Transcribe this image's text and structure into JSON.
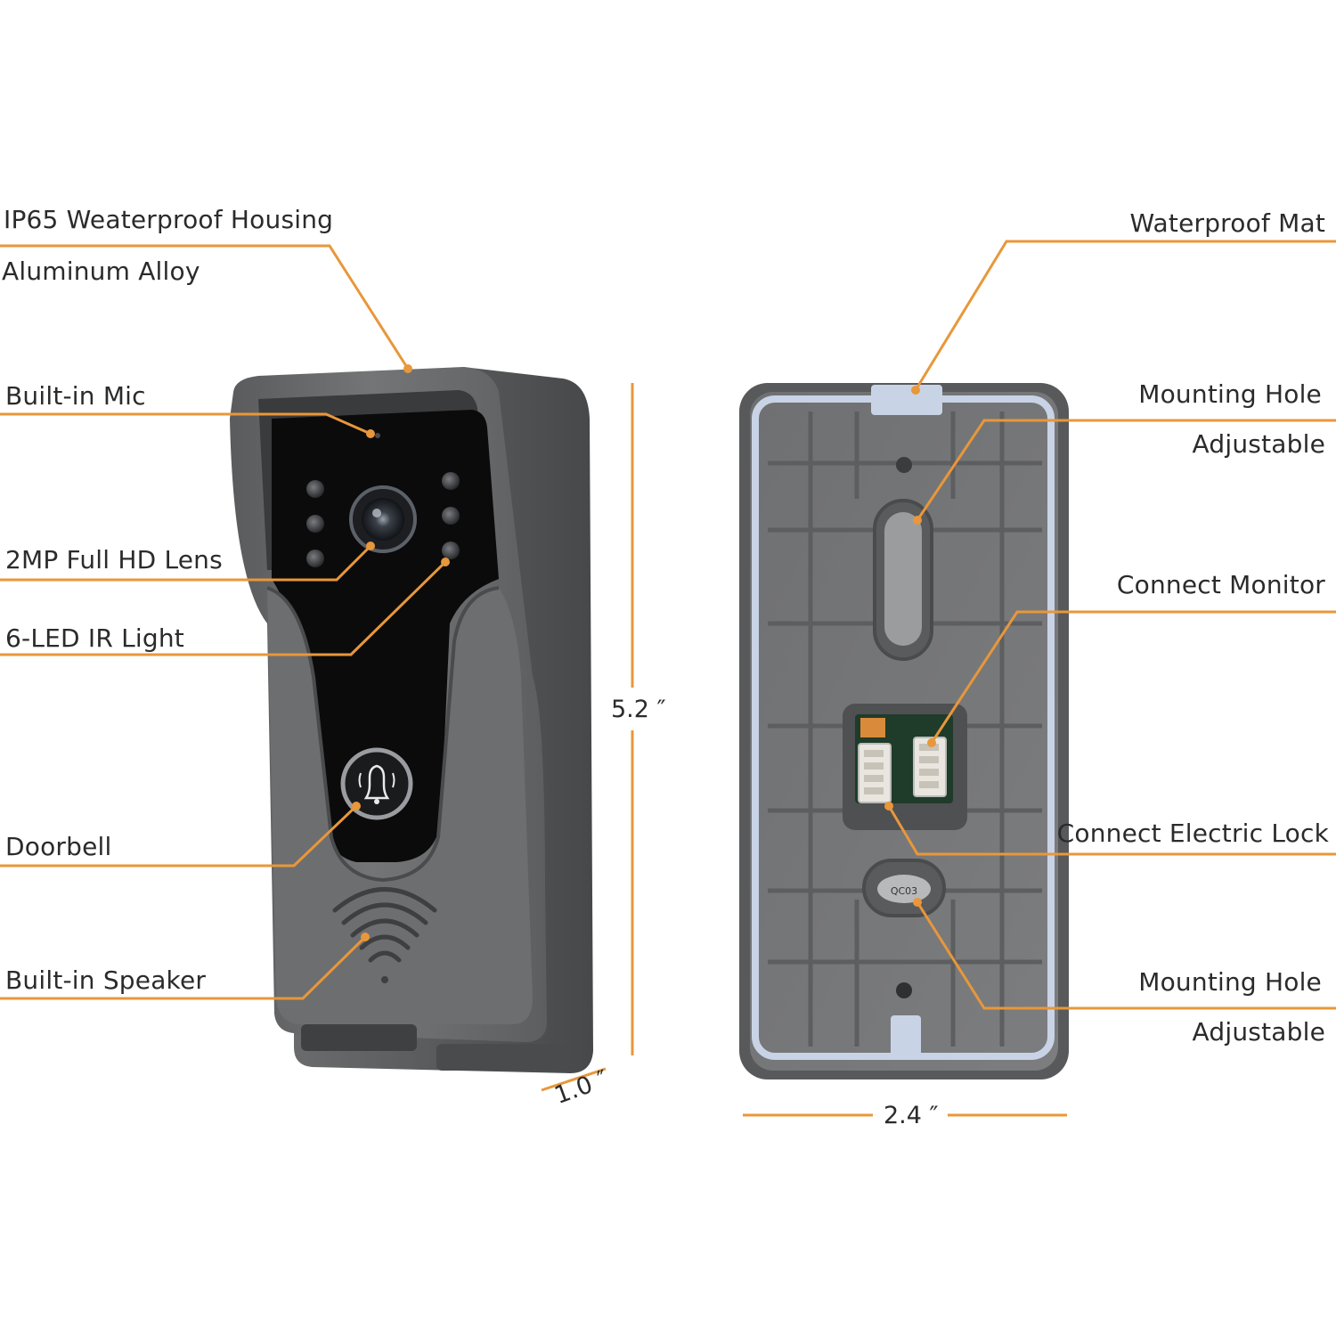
{
  "colors": {
    "leader": "#e8973a",
    "housing": "#6e6f71",
    "housing_dark": "#4e4f51",
    "panel": "#0b0b0c",
    "backplate": "#737476",
    "gasket": "#c9d3e6",
    "text": "#2b2b2b"
  },
  "icons": {
    "doorbell": "bell-icon",
    "speaker": "speaker-grille-icon"
  },
  "left_callouts": {
    "housing": "IP65 Weaterproof Housing",
    "material": "Aluminum Alloy",
    "mic": "Built-in Mic",
    "lens": "2MP Full HD Lens",
    "ir": "6-LED IR Light",
    "doorbell": "Doorbell",
    "speaker": "Built-in Speaker"
  },
  "right_callouts": {
    "mat": "Waterproof Mat",
    "hole_top": "Mounting Hole",
    "hole_top_sub": "Adjustable",
    "monitor": "Connect Monitor",
    "lock": "Connect Electric Lock",
    "hole_bottom": "Mounting Hole",
    "hole_bottom_sub": "Adjustable"
  },
  "dimensions": {
    "height": "5.2 ″",
    "depth": "1.0 ″",
    "width": "2.4 ″"
  },
  "plate_marks": {
    "code": "QC03"
  }
}
